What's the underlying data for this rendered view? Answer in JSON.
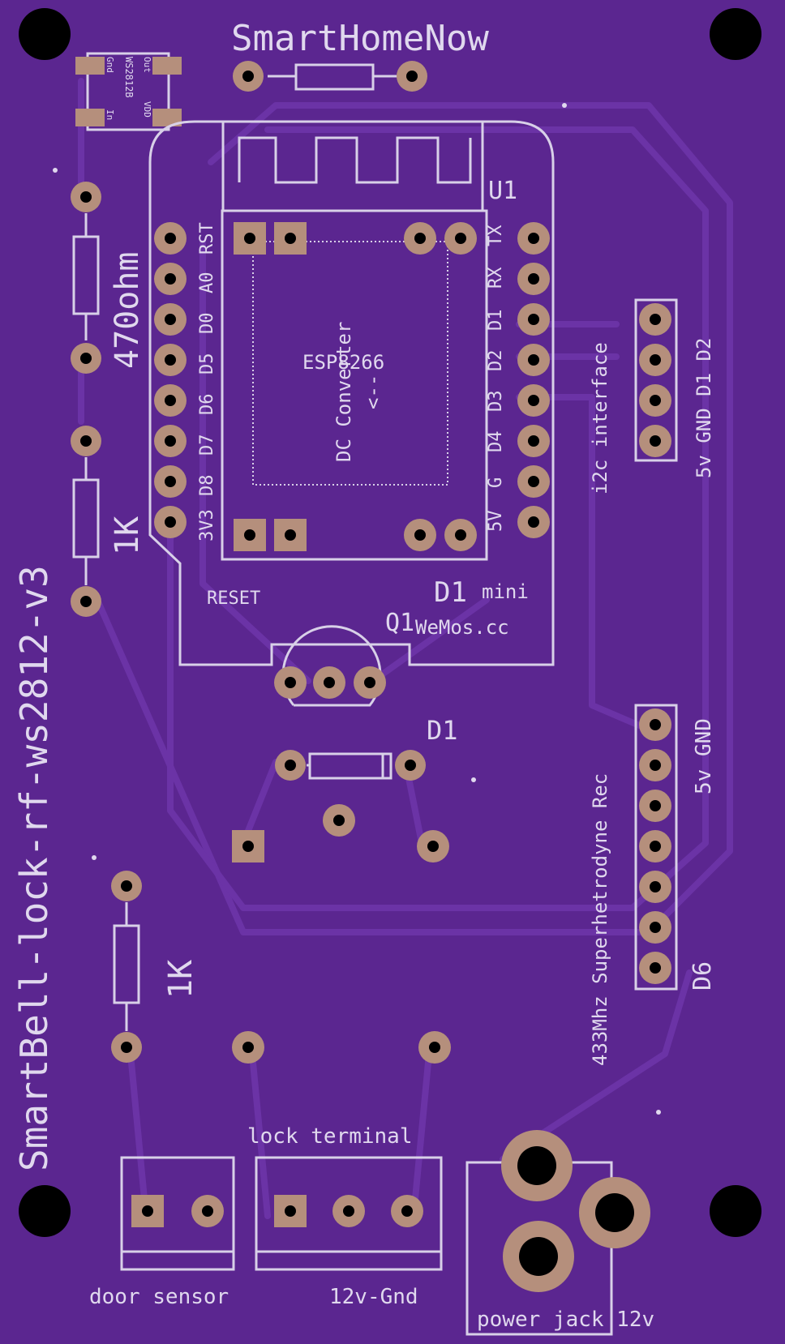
{
  "labels": {
    "brand": "SmartHomeNow",
    "board_name": "SmartBell-lock-rf-ws2812-v3",
    "led_out": "Out",
    "led_gnd": "Gnd",
    "led_part": "WS2812B",
    "led_vdd": "VDD",
    "led_in": "In",
    "res1": "470ohm",
    "res2": "1K",
    "res3": "1K",
    "module_ref": "U1",
    "chip": "ESP8266",
    "dc_converter": "DC Converter",
    "arrow": "<--",
    "reset": "RESET",
    "d1": "D1",
    "mini": "mini",
    "wemos": "WeMos.cc",
    "q1": "Q1",
    "diode": "D1",
    "i2c": "i2c interface",
    "i2c_pins": "5v GND D1 D2",
    "rf_module": "433Mhz Superhetrodyne Rec",
    "rf_pins_top": "5v GND",
    "rf_pin_d6": "D6",
    "lock_terminal": "lock terminal",
    "door_sensor": "door sensor",
    "power_12v_gnd": "12v-Gnd",
    "power_jack": "power jack 12v"
  },
  "pins_left": [
    "RST",
    "A0",
    "D0",
    "D5",
    "D6",
    "D7",
    "D8",
    "3V3"
  ],
  "pins_right": [
    "TX",
    "RX",
    "D1",
    "D2",
    "D3",
    "D4",
    "G",
    "5V"
  ],
  "colors": {
    "board": "#5b2690",
    "silkscreen": "#d8d0e8",
    "copper": "#b58f7c",
    "trace": "#6b33a6"
  }
}
